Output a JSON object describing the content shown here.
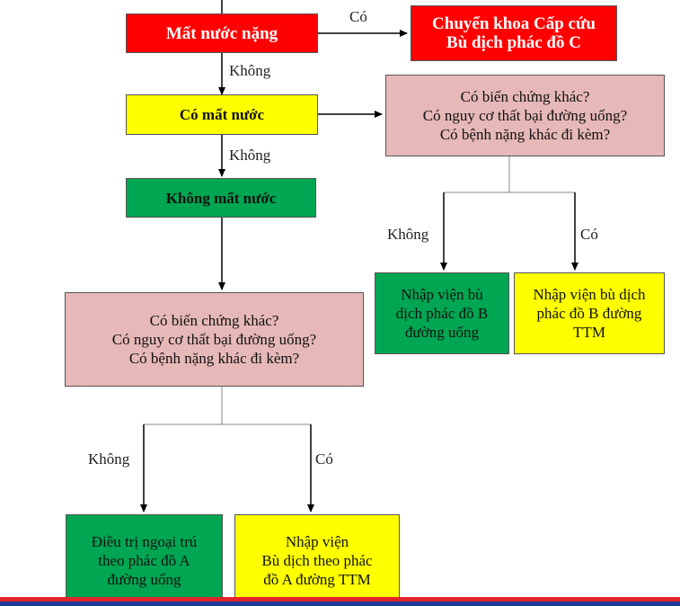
{
  "nodes": {
    "severe_dehydration": [
      "Mất nước nặng"
    ],
    "emergency_transfer": [
      "Chuyển khoa Cấp cứu",
      "Bù dịch phác đồ C"
    ],
    "some_dehydration": [
      "Có mất nước"
    ],
    "no_dehydration": [
      "Không mất nước"
    ],
    "question_right": [
      "Có biến chứng khác?",
      "Có nguy cơ thất bại đường uống?",
      "Có bệnh nặng khác đi kèm?"
    ],
    "question_left": [
      "Có biến chứng khác?",
      "Có nguy cơ thất bại đường uống?",
      "Có bệnh nặng khác đi kèm?"
    ],
    "plan_b_oral": [
      "Nhập viện bù",
      "dịch phác đồ  B",
      "đường uống"
    ],
    "plan_b_iv": [
      "Nhập viện bù dịch",
      "phác đồ B đường",
      "TTM"
    ],
    "plan_a_outpatient": [
      "Điều trị ngoại trú",
      "theo phác đồ A",
      "đường uống"
    ],
    "plan_a_iv": [
      "Nhập viện",
      "Bù dịch theo phác",
      "đồ A đường TTM"
    ]
  },
  "edge_labels": {
    "severe_yes": "Có",
    "severe_no": "Không",
    "some_no": "Không",
    "right_no": "Không",
    "right_yes": "Có",
    "left_no": "Không",
    "left_yes": "Có"
  },
  "colors": {
    "red": "#ff0000",
    "yellow": "#ffff00",
    "green": "#00a651",
    "pink": "#e6b8b7",
    "arrow": "#000000",
    "connector": "#888888"
  }
}
